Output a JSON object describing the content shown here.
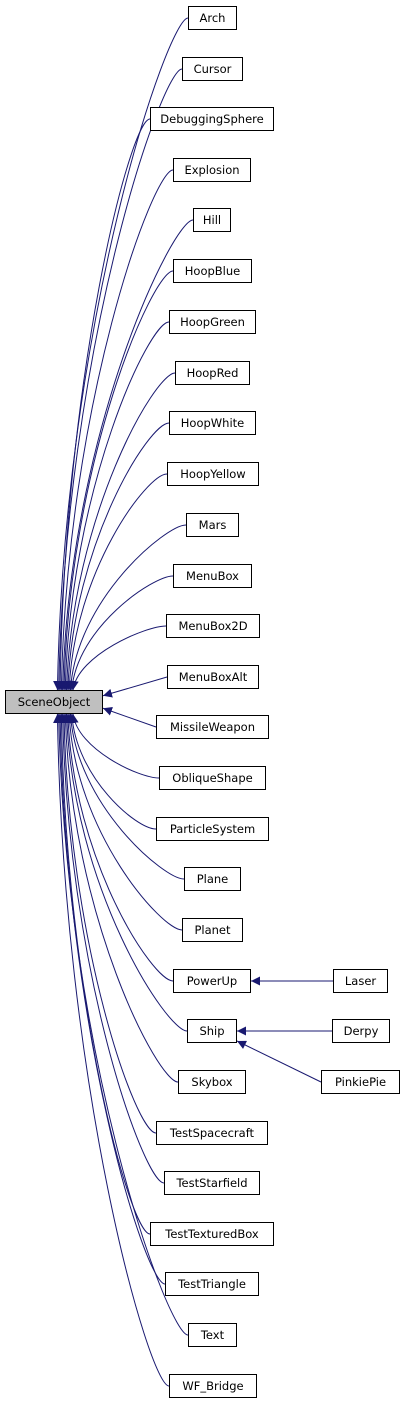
{
  "diagram": {
    "type": "class-inheritance-graph",
    "root": "SceneObject",
    "children": [
      {
        "id": "arch",
        "label": "Arch"
      },
      {
        "id": "cursor",
        "label": "Cursor"
      },
      {
        "id": "debuggingsphere",
        "label": "DebuggingSphere"
      },
      {
        "id": "explosion",
        "label": "Explosion"
      },
      {
        "id": "hill",
        "label": "Hill"
      },
      {
        "id": "hoopblue",
        "label": "HoopBlue"
      },
      {
        "id": "hoopgreen",
        "label": "HoopGreen"
      },
      {
        "id": "hoopred",
        "label": "HoopRed"
      },
      {
        "id": "hoopwhite",
        "label": "HoopWhite"
      },
      {
        "id": "hoopyellow",
        "label": "HoopYellow"
      },
      {
        "id": "mars",
        "label": "Mars"
      },
      {
        "id": "menubox",
        "label": "MenuBox"
      },
      {
        "id": "menubox2d",
        "label": "MenuBox2D"
      },
      {
        "id": "menuboxalt",
        "label": "MenuBoxAlt"
      },
      {
        "id": "missileweapon",
        "label": "MissileWeapon"
      },
      {
        "id": "obliqueshape",
        "label": "ObliqueShape"
      },
      {
        "id": "particlesystem",
        "label": "ParticleSystem"
      },
      {
        "id": "plane",
        "label": "Plane"
      },
      {
        "id": "planet",
        "label": "Planet"
      },
      {
        "id": "powerup",
        "label": "PowerUp"
      },
      {
        "id": "ship",
        "label": "Ship"
      },
      {
        "id": "skybox",
        "label": "Skybox"
      },
      {
        "id": "testspacecraft",
        "label": "TestSpacecraft"
      },
      {
        "id": "teststarfield",
        "label": "TestStarfield"
      },
      {
        "id": "testtexturedbox",
        "label": "TestTexturedBox"
      },
      {
        "id": "testtriangle",
        "label": "TestTriangle"
      },
      {
        "id": "text",
        "label": "Text"
      },
      {
        "id": "wf_bridge",
        "label": "WF_Bridge"
      }
    ],
    "grandchildren": [
      {
        "id": "laser",
        "label": "Laser",
        "parent": "powerup"
      },
      {
        "id": "derpy",
        "label": "Derpy",
        "parent": "ship"
      },
      {
        "id": "pinkiepie",
        "label": "PinkiePie",
        "parent": "ship"
      }
    ],
    "colors": {
      "edge": "#191970",
      "root_fill": "#bfbfbf",
      "node_fill": "#ffffff",
      "border": "#000000"
    }
  }
}
